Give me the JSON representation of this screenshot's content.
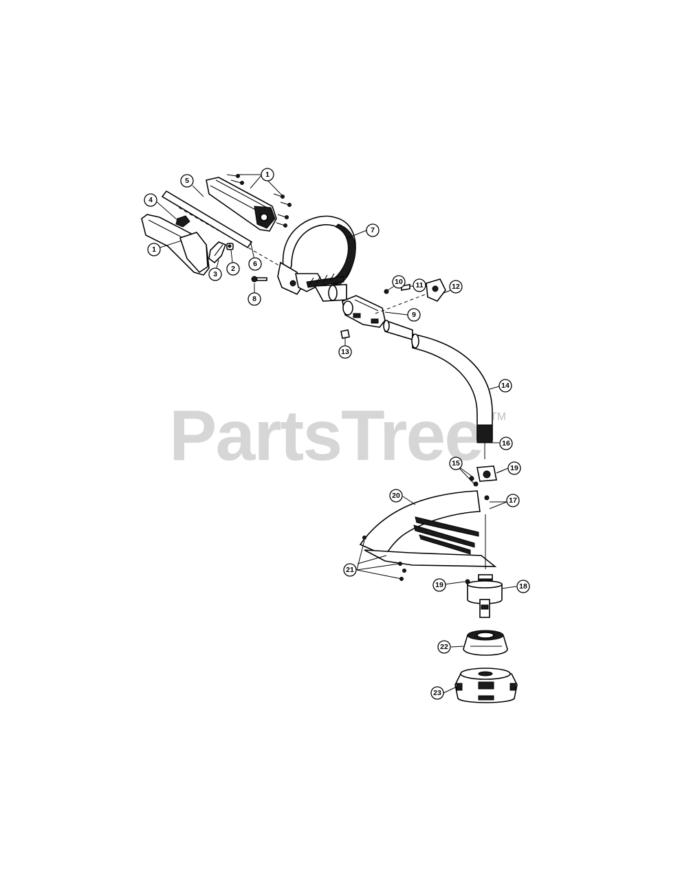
{
  "watermark": {
    "text": "PartsTree",
    "tm": "TM"
  },
  "callouts": [
    {
      "label": "1"
    },
    {
      "label": "5"
    },
    {
      "label": "4"
    },
    {
      "label": "1"
    },
    {
      "label": "3"
    },
    {
      "label": "2"
    },
    {
      "label": "6"
    },
    {
      "label": "8"
    },
    {
      "label": "7"
    },
    {
      "label": "10"
    },
    {
      "label": "11"
    },
    {
      "label": "12"
    },
    {
      "label": "9"
    },
    {
      "label": "13"
    },
    {
      "label": "14"
    },
    {
      "label": "16"
    },
    {
      "label": "15"
    },
    {
      "label": "19"
    },
    {
      "label": "20"
    },
    {
      "label": "17"
    },
    {
      "label": "21"
    },
    {
      "label": "19"
    },
    {
      "label": "18"
    },
    {
      "label": "22"
    },
    {
      "label": "23"
    }
  ]
}
